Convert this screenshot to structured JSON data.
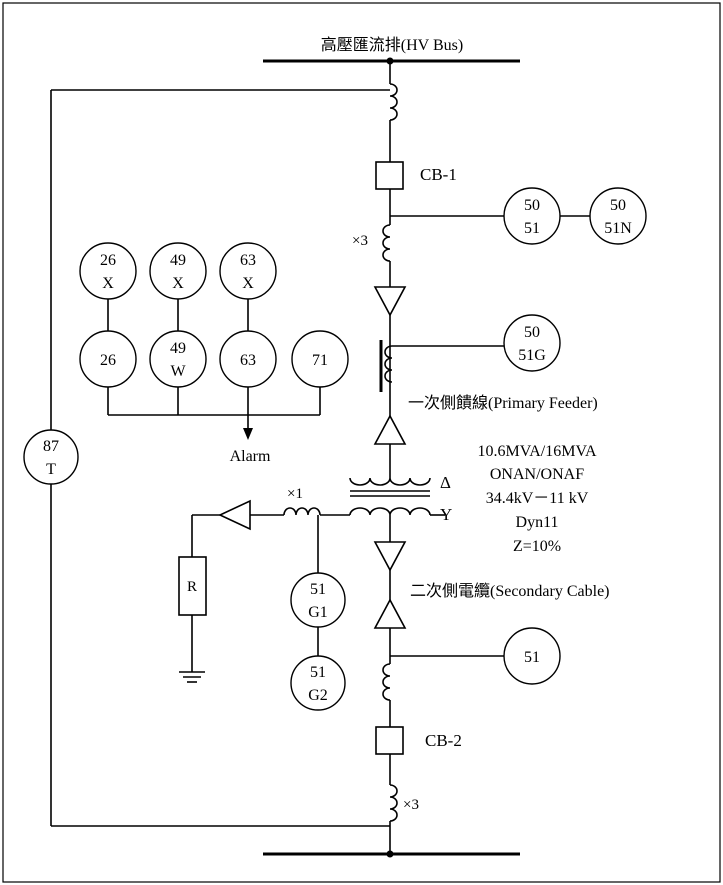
{
  "diagram": {
    "hv_bus_label": "高壓匯流排(HV Bus)",
    "cb1_label": "CB-1",
    "cb2_label": "CB-2",
    "ct_multiplier_top": "×3",
    "ct_multiplier_bottom": "×3",
    "ct_multiplier_neutral": "×1",
    "primary_feeder_label": "一次側饋線(Primary Feeder)",
    "secondary_cable_label": "二次側電纜(Secondary Cable)",
    "transformer": {
      "rating": "10.6MVA/16MVA",
      "cooling": "ONAN/ONAF",
      "voltage": "34.4kV－11 kV",
      "vector_group": "Dyn11",
      "impedance": "Z=10%",
      "delta_symbol": "Δ",
      "wye_symbol": "Y"
    },
    "alarm_label": "Alarm",
    "resistor_label": "R",
    "relays": {
      "r5051": [
        "50",
        "51"
      ],
      "r5051n": [
        "50",
        "51N"
      ],
      "r5051g": [
        "50",
        "51G"
      ],
      "r26x": [
        "26",
        "X"
      ],
      "r49x": [
        "49",
        "X"
      ],
      "r63x": [
        "63",
        "X"
      ],
      "r26": [
        "26"
      ],
      "r49w": [
        "49",
        "W"
      ],
      "r63": [
        "63"
      ],
      "r71": [
        "71"
      ],
      "r87t": [
        "87",
        "T"
      ],
      "r51g1": [
        "51",
        "G1"
      ],
      "r51g2": [
        "51",
        "G2"
      ],
      "r51": [
        "51"
      ]
    }
  }
}
